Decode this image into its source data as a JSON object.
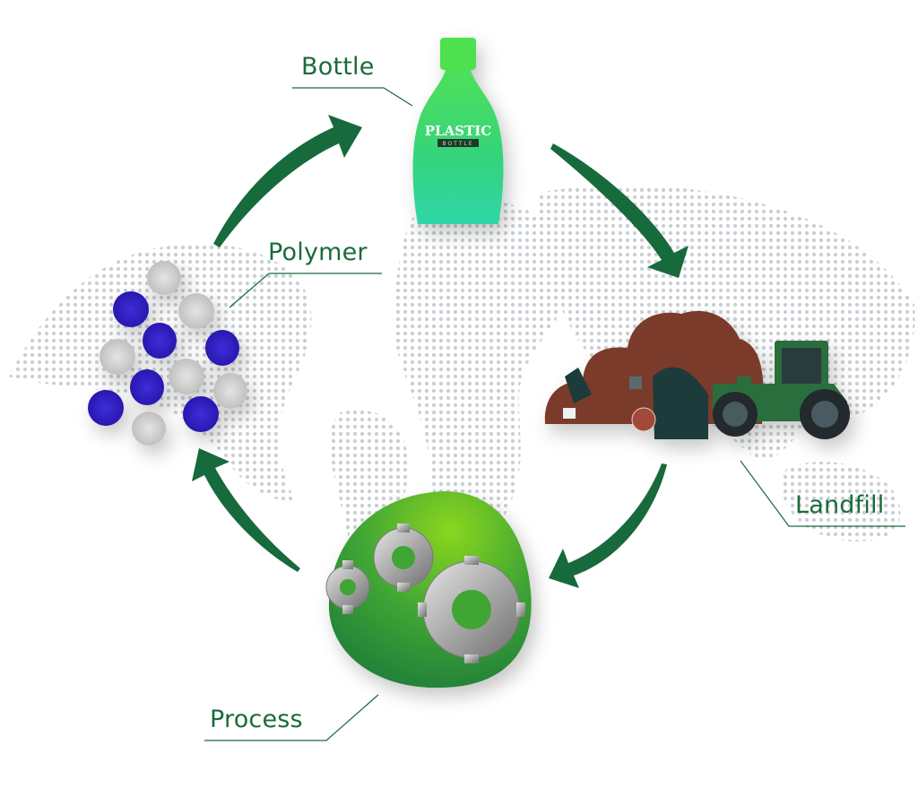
{
  "diagram": {
    "type": "cycle",
    "title": "",
    "accent_color": "#1a6b3c",
    "map_dot_color": "#c7cdd2",
    "nodes": [
      {
        "id": "bottle",
        "label": "Bottle",
        "icon": "plastic-bottle-icon",
        "bottle_text": "PLASTIC",
        "bottle_subtext": "BOTTLE"
      },
      {
        "id": "landfill",
        "label": "Landfill",
        "icon": "landfill-tractor-icon"
      },
      {
        "id": "process",
        "label": "Process",
        "icon": "gears-icon"
      },
      {
        "id": "polymer",
        "label": "Polymer",
        "icon": "polymer-pellets-icon"
      }
    ],
    "edges": [
      {
        "from": "bottle",
        "to": "landfill"
      },
      {
        "from": "landfill",
        "to": "process"
      },
      {
        "from": "process",
        "to": "polymer"
      },
      {
        "from": "polymer",
        "to": "bottle"
      }
    ]
  }
}
